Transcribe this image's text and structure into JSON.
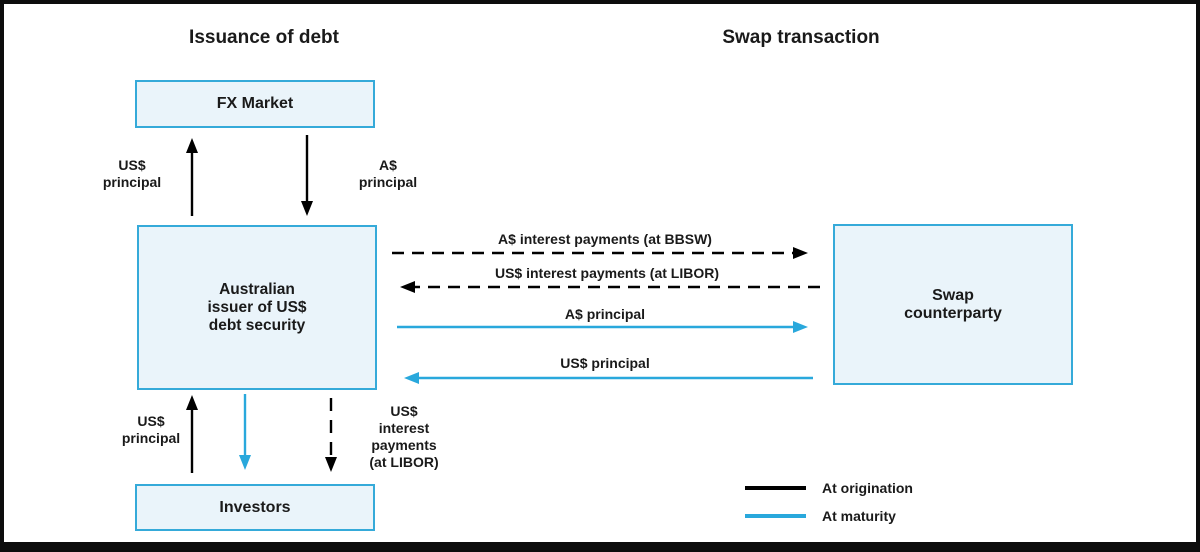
{
  "titles": {
    "left": "Issuance of debt",
    "right": "Swap transaction"
  },
  "boxes": {
    "fx_market": "FX Market",
    "issuer": "Australian\nissuer of US$\ndebt security",
    "investors": "Investors",
    "swap_counterparty": "Swap\ncounterparty"
  },
  "flows": {
    "fx_up": "US$\nprincipal",
    "fx_down": "A$\nprincipal",
    "swap_interest_out": "A$ interest payments (at BBSW)",
    "swap_interest_in": "US$ interest payments (at LIBOR)",
    "swap_principal_out": "A$ principal",
    "swap_principal_in": "US$ principal",
    "investors_up": "US$\nprincipal",
    "investors_down": "US$\ninterest\npayments\n(at LIBOR)"
  },
  "legend": {
    "items": [
      {
        "label": "At origination",
        "color": "#000000",
        "style": "solid"
      },
      {
        "label": "At maturity",
        "color": "#29a8dc",
        "style": "solid"
      }
    ]
  },
  "colors": {
    "origination_black": "#000000",
    "maturity_blue": "#29a8dc",
    "box_border": "#35aad9",
    "box_fill": "#eaf4fa",
    "text": "#1a1a1a"
  }
}
